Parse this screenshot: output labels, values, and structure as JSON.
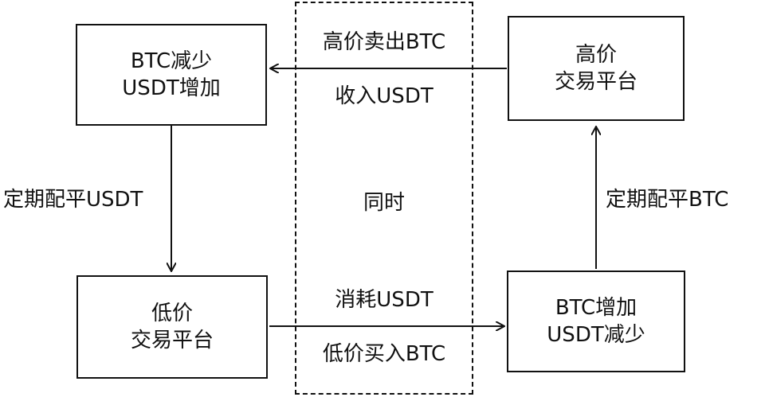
{
  "boxes": {
    "btc_decrease": {
      "line1": "BTC减少",
      "line2": "USDT增加"
    },
    "high_exchange": {
      "line1": "高价",
      "line2": "交易平台"
    },
    "low_exchange": {
      "line1": "低价",
      "line2": "交易平台"
    },
    "btc_increase": {
      "line1": "BTC增加",
      "line2": "USDT减少"
    }
  },
  "middle": {
    "sell_high": "高价卖出BTC",
    "receive_usdt": "收入USDT",
    "simultaneous": "同时",
    "consume_usdt": "消耗USDT",
    "buy_low": "低价买入BTC"
  },
  "side_labels": {
    "rebalance_usdt": "定期配平USDT",
    "rebalance_btc": "定期配平BTC"
  }
}
